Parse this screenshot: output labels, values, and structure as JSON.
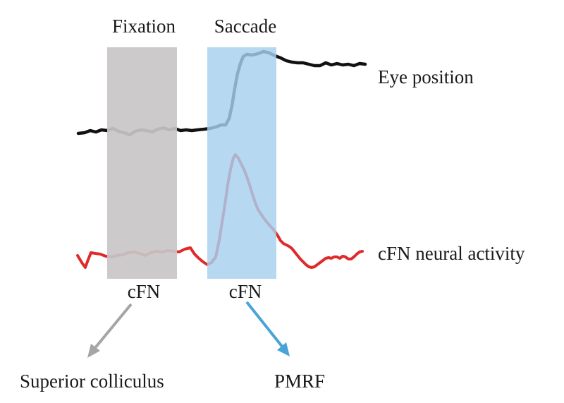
{
  "labels": {
    "fixation": "Fixation",
    "saccade": "Saccade",
    "eye_position": "Eye position",
    "neural_activity": "cFN neural activity",
    "cfn_left": "cFN",
    "cfn_right": "cFN",
    "superior_colliculus": "Superior colliculus",
    "pmrf": "PMRF"
  },
  "colors": {
    "fixation_band": "#c8c6c7",
    "saccade_band": "#a6cfee",
    "eye_trace": "#111111",
    "neural_trace": "#e02a2a",
    "arrow_left": "#a5a5a5",
    "arrow_right": "#4aa3d8"
  }
}
